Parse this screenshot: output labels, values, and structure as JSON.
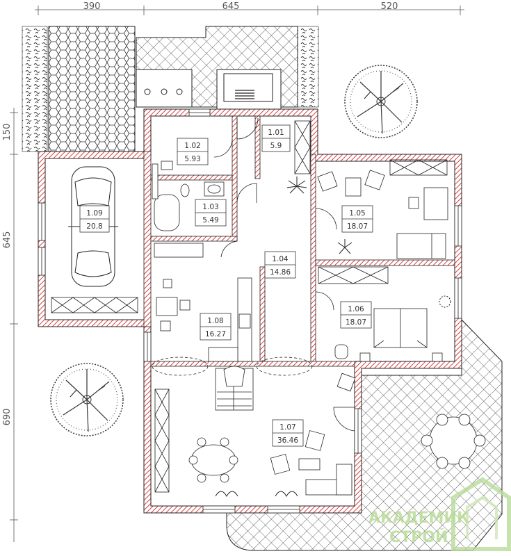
{
  "dimensions": {
    "top": [
      "390",
      "645",
      "520"
    ],
    "left": [
      "150",
      "645",
      "690"
    ]
  },
  "rooms": [
    {
      "id": "1.02",
      "area": "5.93"
    },
    {
      "id": "1.01",
      "area": "5.9"
    },
    {
      "id": "1.03",
      "area": "5.49"
    },
    {
      "id": "1.09",
      "area": "20.8"
    },
    {
      "id": "1.05",
      "area": "18.07"
    },
    {
      "id": "1.04",
      "area": "14.86"
    },
    {
      "id": "1.06",
      "area": "18.07"
    },
    {
      "id": "1.08",
      "area": "16.27"
    },
    {
      "id": "1.07",
      "area": "36.46"
    }
  ],
  "watermark": {
    "line1": "АКАДЕМИК",
    "line2": "СТРОЙ"
  },
  "colors": {
    "wall_hatch": "#d84040",
    "lines": "#222222",
    "watermark": "#b9dc98"
  }
}
